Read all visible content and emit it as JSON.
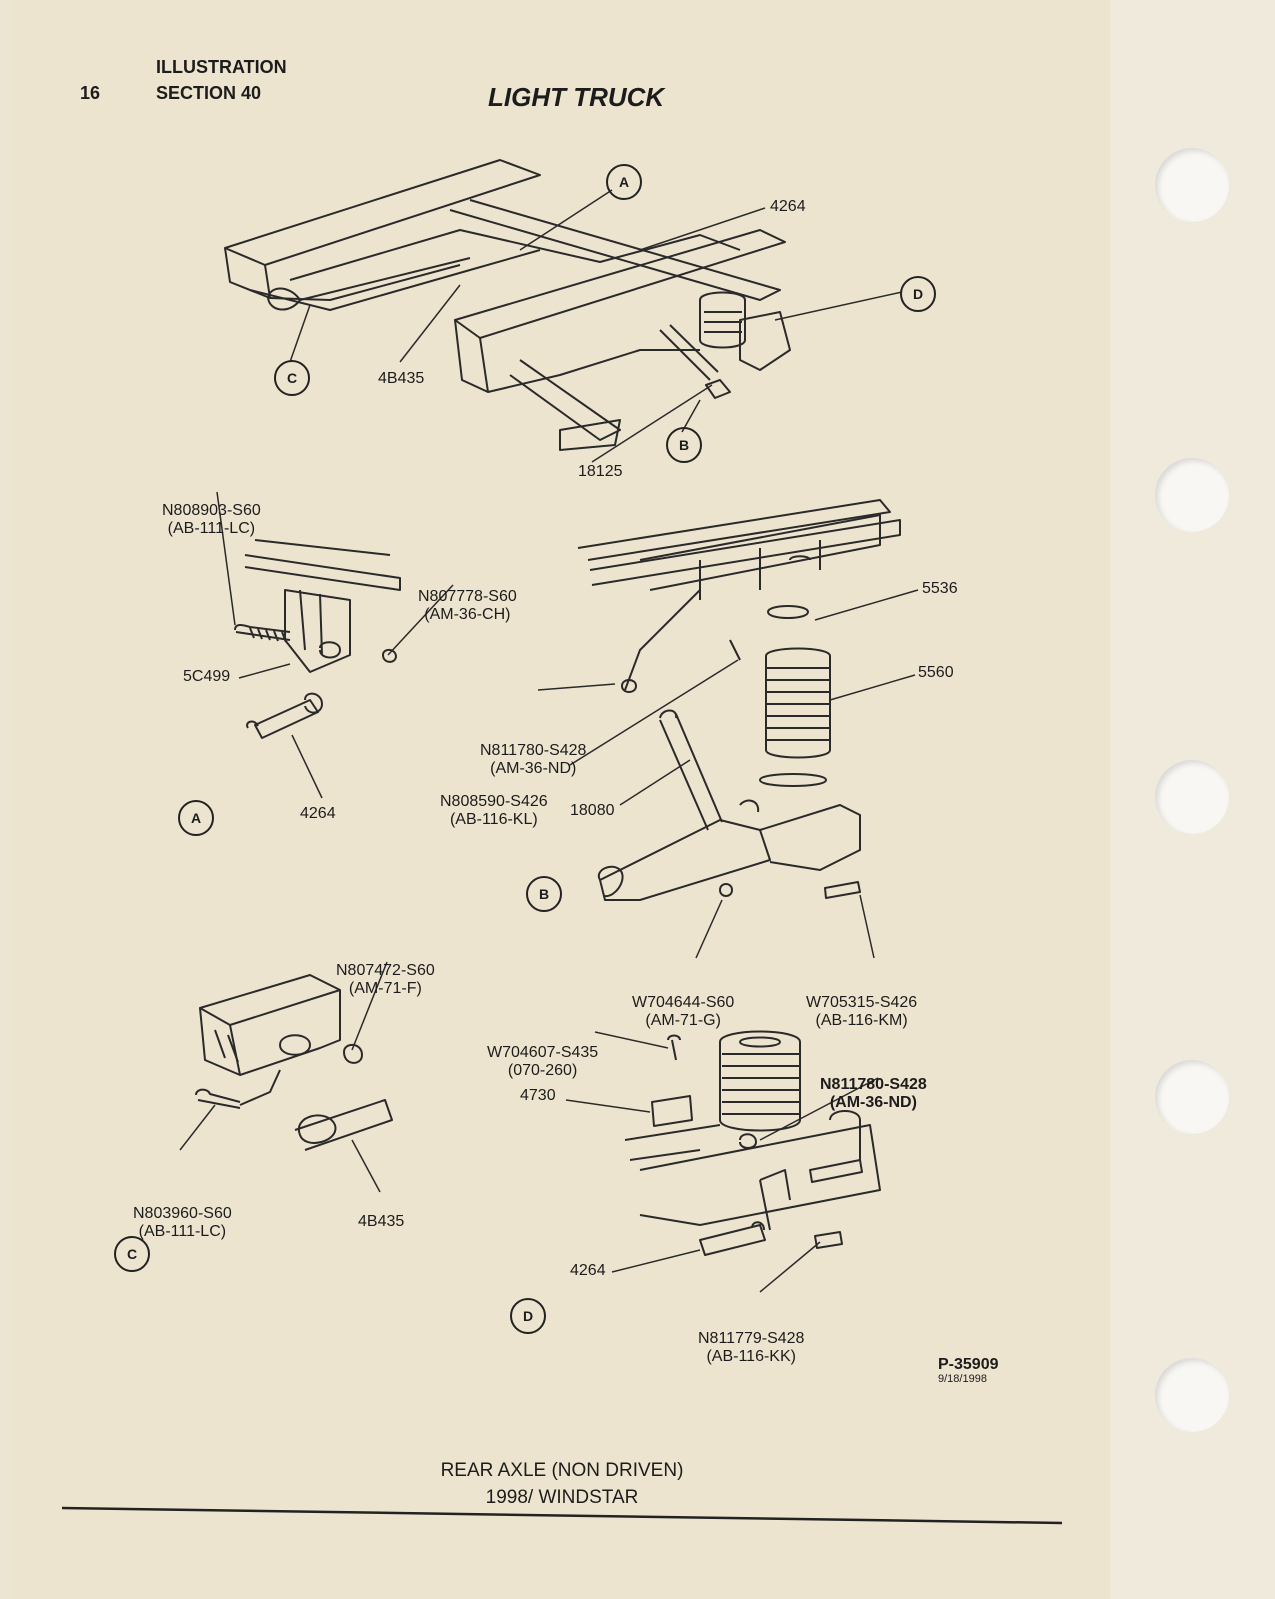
{
  "header": {
    "page_number": "16",
    "line1": "ILLUSTRATION",
    "line2": "SECTION 40",
    "title": "LIGHT TRUCK"
  },
  "views": {
    "main": {
      "callouts": [
        "A",
        "B",
        "C",
        "D"
      ],
      "parts": [
        "4264",
        "4B435",
        "18125"
      ]
    },
    "a": {
      "letter": "A",
      "labels": [
        {
          "part": "N808903-S60",
          "code": "(AB-111-LC)"
        },
        {
          "part": "N807778-S60",
          "code": "(AM-36-CH)"
        }
      ],
      "parts": [
        "5C499",
        "4264"
      ]
    },
    "b": {
      "letter": "B",
      "labels": [
        {
          "part": "N811780-S428",
          "code": "(AM-36-ND)"
        },
        {
          "part": "N808590-S426",
          "code": "(AB-116-KL)"
        },
        {
          "part": "W704644-S60",
          "code": "(AM-71-G)"
        },
        {
          "part": "W705315-S426",
          "code": "(AB-116-KM)"
        }
      ],
      "parts": [
        "5536",
        "5560",
        "18080"
      ]
    },
    "c": {
      "letter": "C",
      "labels": [
        {
          "part": "N807472-S60",
          "code": "(AM-71-F)"
        },
        {
          "part": "N803960-S60",
          "code": "(AB-111-LC)"
        }
      ],
      "parts": [
        "4B435"
      ]
    },
    "d": {
      "letter": "D",
      "labels": [
        {
          "part": "W704607-S435",
          "code": "(070-260)"
        },
        {
          "part": "N811780-S428",
          "code": "(AM-36-ND)"
        },
        {
          "part": "N811779-S428",
          "code": "(AB-116-KK)"
        }
      ],
      "parts": [
        "4730",
        "4264"
      ]
    }
  },
  "reference": {
    "id": "P-35909",
    "date": "9/18/1998"
  },
  "footer": {
    "line1": "REAR AXLE (NON DRIVEN)",
    "line2": "1998/ WINDSTAR"
  }
}
